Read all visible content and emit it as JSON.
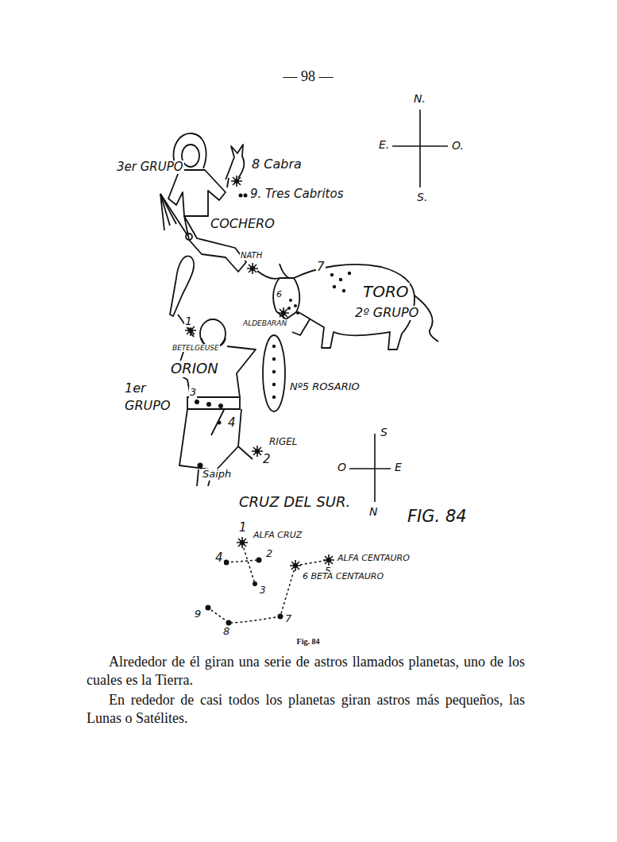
{
  "diagram": {
    "caption": "Fig. 84",
    "labels": [
      "— 98 —",
      "N.",
      "E.",
      "O.",
      "S.",
      "3er GRUPO",
      "8 Cabra",
      "9. Tres Cabritos",
      "COCHERO",
      "NATH",
      "7",
      "TORO",
      "2º GRUPO",
      "6",
      "ALDEBARAN",
      "1",
      "BETELGEUSE",
      "ORION",
      "Nº5 ROSARIO",
      "1er GRUPO",
      "3",
      "4",
      "RIGEL",
      "2",
      "Saiph",
      "S",
      "O",
      "E",
      "N",
      "CRUZ DEL SUR.",
      "FIG. 84",
      "1",
      "ALFA CRUZ",
      "4",
      "2",
      "ALFA CENTAURO",
      "5",
      "3",
      "6 BETA CENTAURO",
      "9",
      "8",
      "7",
      "Alrededor de él giran una serie de astros llamados planetas, uno de los cuales es la Tierra.",
      "En rededor de casi todos los planetas giran astros más pequeños, las Lunas o Satélites."
    ]
  }
}
